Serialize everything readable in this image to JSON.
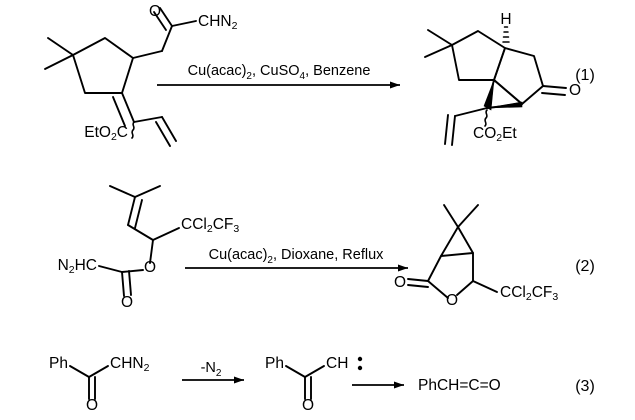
{
  "document": {
    "type": "chemical-reaction-scheme-figure",
    "background_color": "#ffffff",
    "line_color": "#000000",
    "equation_count": 3
  },
  "equations": [
    {
      "number_label": "(1)",
      "reagents_text": "Cu(acac)2, CuSO4, Benzene",
      "reagents_parts": [
        {
          "text": "Cu(acac)",
          "sub": ""
        },
        {
          "text": "2",
          "sub": "true"
        },
        {
          "text": ", CuSO",
          "sub": ""
        },
        {
          "text": "4",
          "sub": "true"
        },
        {
          "text": ", Benzene",
          "sub": ""
        }
      ],
      "reactant": {
        "name": "diazo-ketone-cyclopentane-substrate",
        "labels": [
          "O",
          "CHN2",
          "EtO2C"
        ],
        "label_o": "O",
        "label_chn2_main": "CHN",
        "label_chn2_sub": "2",
        "label_ester_main_a": "EtO",
        "label_ester_sub": "2",
        "label_ester_main_b": "C"
      },
      "product": {
        "name": "tricyclic-ketone-product",
        "label_h": "H",
        "label_o": "O",
        "label_ester_main_a": "CO",
        "label_ester_sub": "2",
        "label_ester_main_b": "Et"
      }
    },
    {
      "number_label": "(2)",
      "reagents_text": "Cu(acac)2, Dioxane, Reflux",
      "reagents_parts": [
        {
          "text": "Cu(acac)",
          "sub": ""
        },
        {
          "text": "2",
          "sub": "true"
        },
        {
          "text": ", Dioxane, Reflux",
          "sub": ""
        }
      ],
      "reactant": {
        "name": "diazoacetate-ester-substrate",
        "label_diazo_main_a": "N",
        "label_diazo_sub": "2",
        "label_diazo_main_b": "HC",
        "label_ester_o": "O",
        "label_carbonyl_o": "O",
        "label_side_main_a": "CCl",
        "label_side_sub_a": "2",
        "label_side_main_b": "CF",
        "label_side_sub_b": "3"
      },
      "product": {
        "name": "bicyclic-lactone-product",
        "label_carbonyl_o": "O",
        "label_ring_o": "O",
        "label_side_main_a": "CCl",
        "label_side_sub_a": "2",
        "label_side_main_b": "CF",
        "label_side_sub_b": "3"
      }
    },
    {
      "number_label": "(3)",
      "reagents_text": "-N2",
      "reagents_parts": [
        {
          "text": "-N",
          "sub": ""
        },
        {
          "text": "2",
          "sub": "true"
        }
      ],
      "reactant": {
        "name": "phenyl-diazoketone",
        "label_ph": "Ph",
        "label_chn2_main": "CHN",
        "label_chn2_sub": "2",
        "label_o": "O"
      },
      "intermediate": {
        "name": "phenyl-carbene-intermediate",
        "label_ph": "Ph",
        "label_ch": "CH",
        "label_o": "O",
        "lone_pair_dots": 2
      },
      "product": {
        "name": "phenyl-ketene-product",
        "label_text": "PhCH=C=O"
      }
    }
  ]
}
